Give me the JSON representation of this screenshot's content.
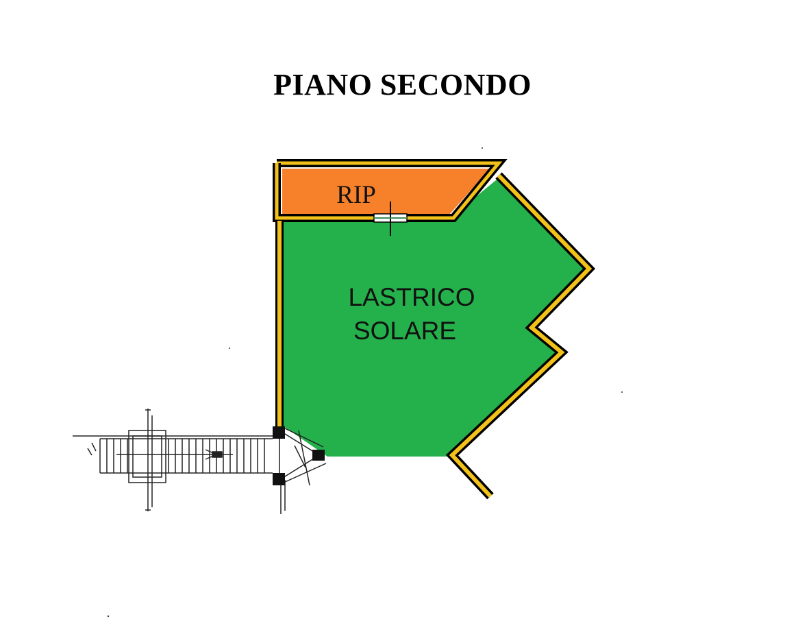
{
  "title": "PIANO SECONDO",
  "rooms": {
    "rip": {
      "label": "RIP",
      "color": "#f7802a"
    },
    "lastrico": {
      "line1": "LASTRICO",
      "line2": "SOLARE",
      "color": "#24b04a"
    }
  },
  "colors": {
    "wall_fill": "#f2c21a",
    "wall_outline": "#000000",
    "background": "#ffffff"
  }
}
